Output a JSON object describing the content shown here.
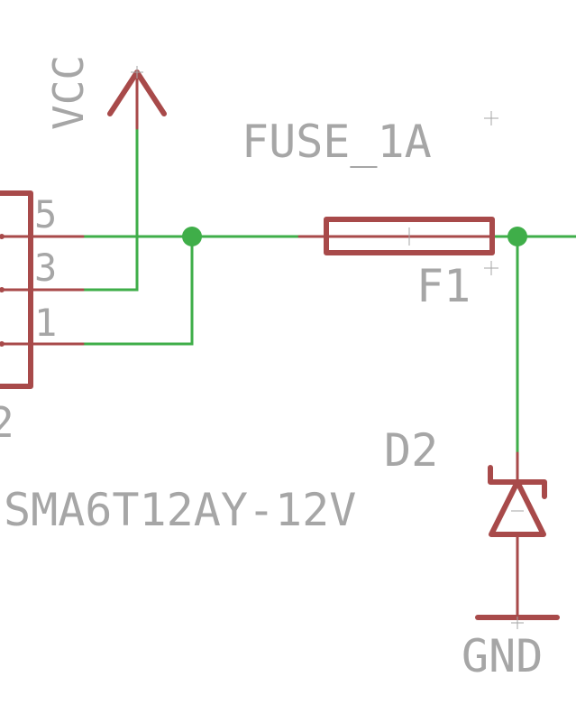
{
  "schematic": {
    "vcc_label": "VCC",
    "fuse_value": "FUSE_1A",
    "fuse_name": "F1",
    "connector_pins": [
      "5",
      "3",
      "1"
    ],
    "connector_name_partial": "2",
    "diode_name": "D2",
    "diode_value": "SMA6T12AY-12V",
    "gnd_label": "GND",
    "colors": {
      "wire": "#3fae49",
      "part": "#a84a4a",
      "text": "#a6a6a6",
      "background": "#ffffff"
    }
  }
}
